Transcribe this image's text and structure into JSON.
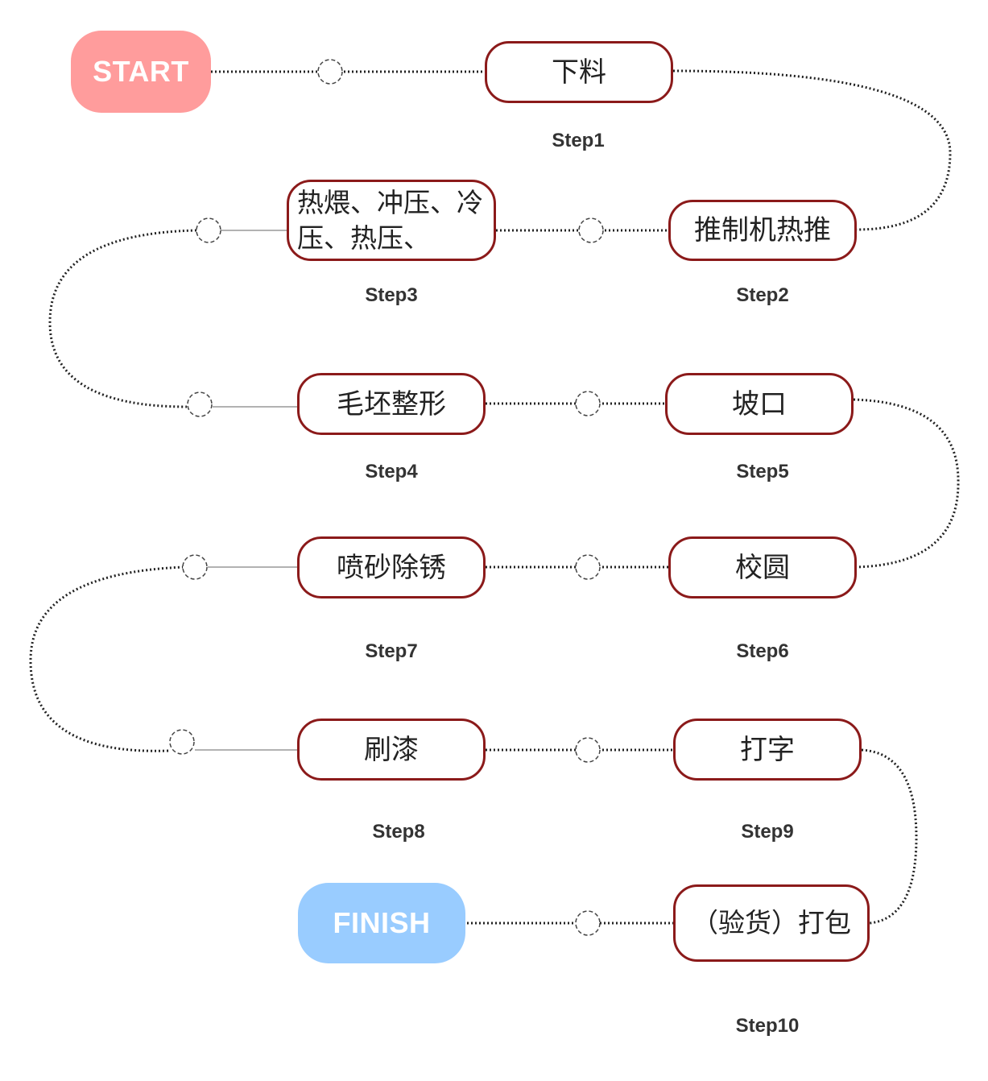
{
  "start_label": "START",
  "finish_label": "FINISH",
  "steps": [
    {
      "label": "Step1",
      "text": "下料"
    },
    {
      "label": "Step2",
      "text": "推制机热推"
    },
    {
      "label": "Step3",
      "text": "热煨、冲压、冷压、热压、"
    },
    {
      "label": "Step4",
      "text": "毛坯整形"
    },
    {
      "label": "Step5",
      "text": "坡口"
    },
    {
      "label": "Step6",
      "text": "校圆"
    },
    {
      "label": "Step7",
      "text": "喷砂除锈"
    },
    {
      "label": "Step8",
      "text": "刷漆"
    },
    {
      "label": "Step9",
      "text": "打字"
    },
    {
      "label": "Step10",
      "text": "（验货）打包"
    }
  ],
  "colors": {
    "node_border": "#8b1a1a",
    "start_fill": "#ff9c9c",
    "finish_fill": "#99ccff",
    "connector": "#222222"
  }
}
